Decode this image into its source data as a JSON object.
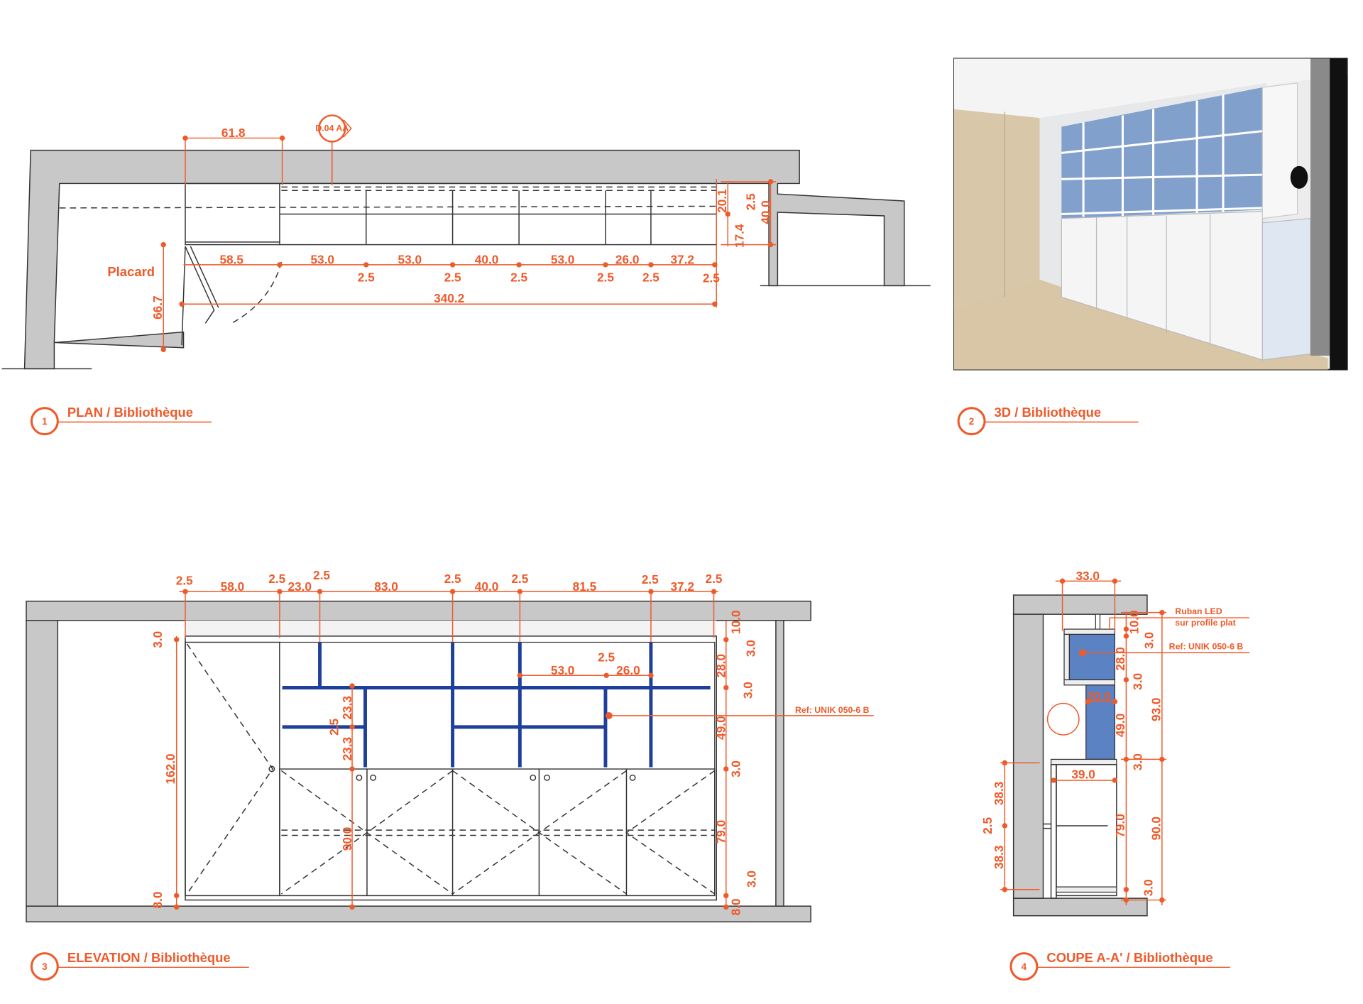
{
  "colors": {
    "accent": "#ef5a2a",
    "shelf_blue": "#1e3f9a",
    "wall": "#c8c8c8"
  },
  "views": [
    {
      "number": "1",
      "title": "PLAN / Bibliothèque"
    },
    {
      "number": "2",
      "title": "3D / Bibliothèque"
    },
    {
      "number": "3",
      "title": "ELEVATION / Bibliothèque"
    },
    {
      "number": "4",
      "title": "COUPE A-A' / Bibliothèque"
    }
  ],
  "plan": {
    "room_label": "Placard",
    "section_marker": "D.04 AA",
    "dims": [
      "61.8",
      "58.5",
      "53.0",
      "53.0",
      "40.0",
      "53.0",
      "26.0",
      "37.2",
      "2.5",
      "2.5",
      "2.5",
      "2.5",
      "2.5",
      "2.5",
      "340.2",
      "66.7",
      "20.1",
      "17.4",
      "2.5",
      "40.0"
    ]
  },
  "elevation": {
    "ref": "Ref: UNIK 050-6 B",
    "dims": [
      "2.5",
      "58.0",
      "2.5",
      "23.0",
      "2.5",
      "83.0",
      "2.5",
      "40.0",
      "2.5",
      "81.5",
      "2.5",
      "37.2",
      "2.5",
      "2.5",
      "53.0",
      "26.0",
      "3.0",
      "162.0",
      "8.0",
      "23.3",
      "2.5",
      "23.3",
      "90.0",
      "10.0",
      "3.0",
      "28.0",
      "3.0",
      "49.0",
      "3.0",
      "79.0",
      "8.0",
      "3.0"
    ]
  },
  "coupe": {
    "led_label_1": "Ruban LED",
    "led_label_2": "sur profile plat",
    "ref": "Ref: UNIK 050-6 B",
    "dims": [
      "33.0",
      "10.0",
      "3.0",
      "28.0",
      "3.0",
      "93.0",
      "20.0",
      "49.0",
      "3.0",
      "39.0",
      "38.3",
      "2.5",
      "38.3",
      "79.0",
      "90.0",
      "3.0"
    ]
  }
}
